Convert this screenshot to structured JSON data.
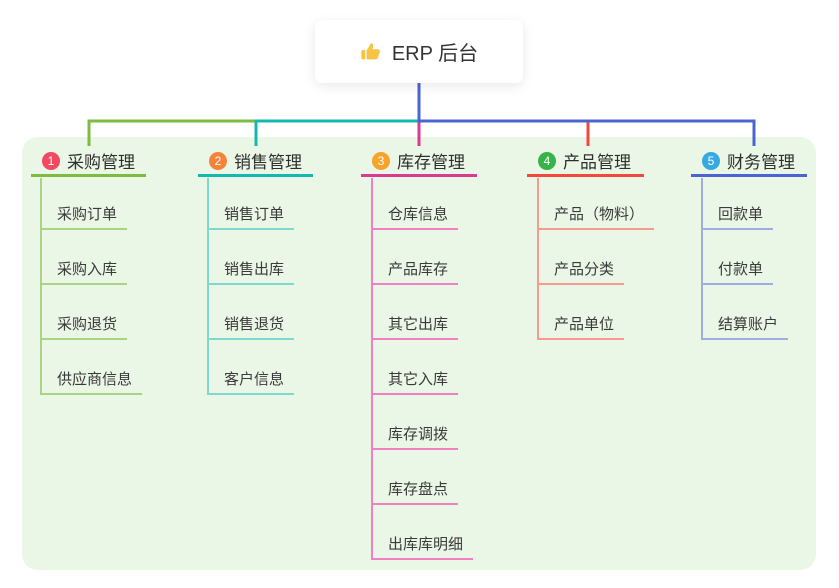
{
  "root": {
    "label": "ERP 后台",
    "icon": "thumbs-up-icon"
  },
  "branches": [
    {
      "index": "1",
      "label": "采购管理",
      "badge_color": "#F1495F",
      "line_color": "#7EBB41",
      "child_line_color": "#A8D484",
      "children": [
        "采购订单",
        "采购入库",
        "采购退货",
        "供应商信息"
      ]
    },
    {
      "index": "2",
      "label": "销售管理",
      "badge_color": "#F6833C",
      "line_color": "#14B8AE",
      "child_line_color": "#7FD8CE",
      "children": [
        "销售订单",
        "销售出库",
        "销售退货",
        "客户信息"
      ]
    },
    {
      "index": "3",
      "label": "库存管理",
      "badge_color": "#F7A42A",
      "line_color": "#D83C90",
      "child_line_color": "#F080C2",
      "children": [
        "仓库信息",
        "产品库存",
        "其它出库",
        "其它入库",
        "库存调拨",
        "库存盘点",
        "出库库明细"
      ]
    },
    {
      "index": "4",
      "label": "产品管理",
      "badge_color": "#38B34A",
      "line_color": "#F4473E",
      "child_line_color": "#F69A92",
      "children": [
        "产品（物料）",
        "产品分类",
        "产品单位"
      ]
    },
    {
      "index": "5",
      "label": "财务管理",
      "badge_color": "#36A9E1",
      "line_color": "#4A65D2",
      "child_line_color": "#9DAEE5",
      "children": [
        "回款单",
        "付款单",
        "结算账户"
      ]
    }
  ],
  "colors": {
    "panel_bg": "#EAF6E6",
    "root_connector": "#4A65D2",
    "icon_yellow": "#F6C344",
    "text": "#3a3a3a"
  }
}
